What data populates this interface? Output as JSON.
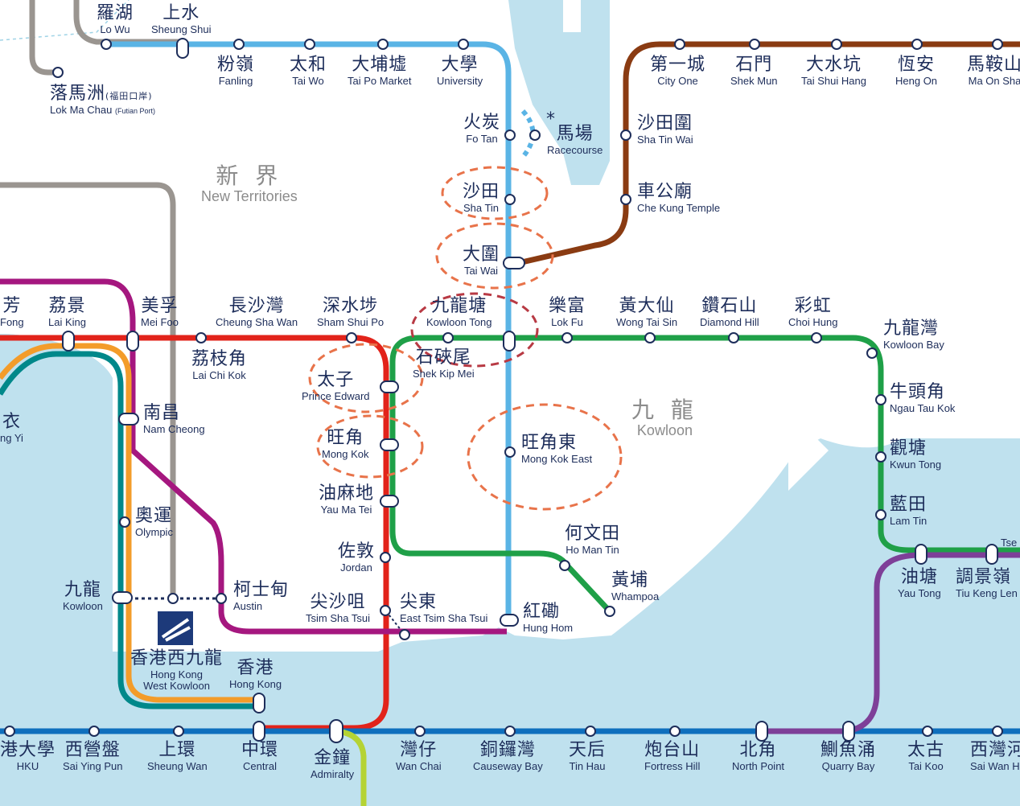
{
  "regions": {
    "new_territories": {
      "zh": "新 界",
      "en": "New Territories"
    },
    "kowloon": {
      "zh": "九 龍",
      "en": "Kowloon"
    }
  },
  "racecourse_mark": "*",
  "lines": {
    "east_rail": "#5ab4e5",
    "tuen_ma": "#8a3b12",
    "tsuen_wan": "#e2231a",
    "kwun_tong": "#1fa048",
    "island": "#0f6fbd",
    "tung_chung": "#f39c2a",
    "airport_express": "#00888a",
    "west_rail_tuen_ma": "#a5177f",
    "tseung_kwan_o": "#7e3f98",
    "south_island": "#b5d334",
    "intercity": "#9a9590",
    "highlight": "#e8734a"
  },
  "stations": {
    "lo_wu": {
      "zh": "羅湖",
      "en": "Lo Wu"
    },
    "sheung_shui": {
      "zh": "上水",
      "en": "Sheung Shui"
    },
    "fanling": {
      "zh": "粉嶺",
      "en": "Fanling"
    },
    "tai_wo": {
      "zh": "太和",
      "en": "Tai Wo"
    },
    "tai_po_market": {
      "zh": "大埔墟",
      "en": "Tai Po Market"
    },
    "university": {
      "zh": "大學",
      "en": "University"
    },
    "lok_ma_chau": {
      "zh": "落馬洲",
      "zh_sub": "(福田口岸)",
      "en": "Lok Ma Chau",
      "en_sub": "(Futian Port)"
    },
    "fo_tan": {
      "zh": "火炭",
      "en": "Fo Tan"
    },
    "racecourse": {
      "zh": "馬場",
      "en": "Racecourse"
    },
    "sha_tin": {
      "zh": "沙田",
      "en": "Sha Tin"
    },
    "tai_wai": {
      "zh": "大圍",
      "en": "Tai Wai"
    },
    "city_one": {
      "zh": "第一城",
      "en": "City One"
    },
    "shek_mun": {
      "zh": "石門",
      "en": "Shek Mun"
    },
    "tai_shui_hang": {
      "zh": "大水坑",
      "en": "Tai Shui Hang"
    },
    "heng_on": {
      "zh": "恆安",
      "en": "Heng On"
    },
    "ma_on_shan": {
      "zh": "馬鞍山",
      "en": "Ma On Sha"
    },
    "sha_tin_wai": {
      "zh": "沙田圍",
      "en": "Sha Tin Wai"
    },
    "che_kung_temple": {
      "zh": "車公廟",
      "en": "Che Kung Temple"
    },
    "tsuen_wan_partial": {
      "zh": "芳",
      "en": "Fong"
    },
    "lai_king": {
      "zh": "荔景",
      "en": "Lai King"
    },
    "mei_foo": {
      "zh": "美孚",
      "en": "Mei Foo"
    },
    "cheung_sha_wan": {
      "zh": "長沙灣",
      "en": "Cheung Sha Wan"
    },
    "sham_shui_po": {
      "zh": "深水埗",
      "en": "Sham Shui Po"
    },
    "kowloon_tong": {
      "zh": "九龍塘",
      "en": "Kowloon Tong"
    },
    "lok_fu": {
      "zh": "樂富",
      "en": "Lok Fu"
    },
    "wong_tai_sin": {
      "zh": "黃大仙",
      "en": "Wong Tai Sin"
    },
    "diamond_hill": {
      "zh": "鑽石山",
      "en": "Diamond Hill"
    },
    "choi_hung": {
      "zh": "彩虹",
      "en": "Choi Hung"
    },
    "kowloon_bay": {
      "zh": "九龍灣",
      "en": "Kowloon Bay"
    },
    "lai_chi_kok": {
      "zh": "荔枝角",
      "en": "Lai Chi Kok"
    },
    "shek_kip_mei": {
      "zh": "石硤尾",
      "en": "Shek Kip Mei"
    },
    "prince_edward": {
      "zh": "太子",
      "en": "Prince Edward"
    },
    "tsing_yi_partial": {
      "zh": "衣",
      "en": "ng Yi"
    },
    "nam_cheong": {
      "zh": "南昌",
      "en": "Nam Cheong"
    },
    "ngau_tau_kok": {
      "zh": "牛頭角",
      "en": "Ngau Tau Kok"
    },
    "mong_kok": {
      "zh": "旺角",
      "en": "Mong Kok"
    },
    "mong_kok_east": {
      "zh": "旺角東",
      "en": "Mong Kok East"
    },
    "kwun_tong": {
      "zh": "觀塘",
      "en": "Kwun Tong"
    },
    "yau_ma_tei": {
      "zh": "油麻地",
      "en": "Yau Ma Tei"
    },
    "olympic": {
      "zh": "奧運",
      "en": "Olympic"
    },
    "lam_tin": {
      "zh": "藍田",
      "en": "Lam Tin"
    },
    "ho_man_tin": {
      "zh": "何文田",
      "en": "Ho Man Tin"
    },
    "jordan": {
      "zh": "佐敦",
      "en": "Jordan"
    },
    "yau_tong": {
      "zh": "油塘",
      "en": "Yau Tong"
    },
    "tiu_keng_leng": {
      "zh": "調景嶺",
      "en": "Tiu Keng Len"
    },
    "tseung_kwan_o_partial": {
      "zh": "",
      "en": "Tse"
    },
    "whampoa": {
      "zh": "黃埔",
      "en": "Whampoa"
    },
    "kowloon": {
      "zh": "九龍",
      "en": "Kowloon"
    },
    "austin": {
      "zh": "柯士甸",
      "en": "Austin"
    },
    "tsim_sha_tsui": {
      "zh": "尖沙咀",
      "en": "Tsim Sha Tsui"
    },
    "east_tsim_sha_tsui": {
      "zh": "尖東",
      "en": "East Tsim Sha Tsui"
    },
    "hung_hom": {
      "zh": "紅磡",
      "en": "Hung Hom"
    },
    "hong_kong_west_kowloon": {
      "zh": "香港西九龍",
      "en": "Hong Kong",
      "en2": "West Kowloon"
    },
    "hong_kong": {
      "zh": "香港",
      "en": "Hong Kong"
    },
    "hku": {
      "zh": "港大學",
      "en": "HKU"
    },
    "sai_ying_pun": {
      "zh": "西營盤",
      "en": "Sai Ying Pun"
    },
    "sheung_wan": {
      "zh": "上環",
      "en": "Sheung Wan"
    },
    "central": {
      "zh": "中環",
      "en": "Central"
    },
    "admiralty": {
      "zh": "金鐘",
      "en": "Admiralty"
    },
    "wan_chai": {
      "zh": "灣仔",
      "en": "Wan Chai"
    },
    "causeway_bay": {
      "zh": "銅鑼灣",
      "en": "Causeway Bay"
    },
    "tin_hau": {
      "zh": "天后",
      "en": "Tin Hau"
    },
    "fortress_hill": {
      "zh": "炮台山",
      "en": "Fortress Hill"
    },
    "north_point": {
      "zh": "北角",
      "en": "North Point"
    },
    "quarry_bay": {
      "zh": "鰂魚涌",
      "en": "Quarry Bay"
    },
    "tai_koo": {
      "zh": "太古",
      "en": "Tai Koo"
    },
    "sai_wan_ho": {
      "zh": "西灣河",
      "en": "Sai Wan Ho"
    }
  }
}
